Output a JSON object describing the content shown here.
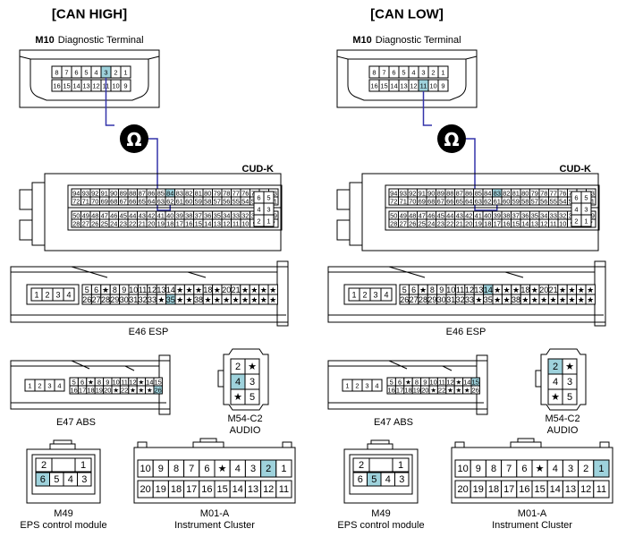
{
  "colors": {
    "highlight": "#9ed2dc",
    "wire": "#3333aa",
    "line": "#000000"
  },
  "panels": [
    {
      "title": "[CAN HIGH]",
      "m10": {
        "label_bold": "M10",
        "label": "Diagnostic Terminal",
        "top_pins": [
          "8",
          "7",
          "6",
          "5",
          "4",
          "3",
          "2",
          "1"
        ],
        "bottom_pins": [
          "16",
          "15",
          "14",
          "13",
          "12",
          "11",
          "10",
          "9"
        ],
        "highlight": "3"
      },
      "meter_symbol": "Ω",
      "cudk": {
        "label": "CUD-K",
        "row1": [
          "94",
          "93",
          "92",
          "91",
          "90",
          "89",
          "88",
          "87",
          "86",
          "85",
          "84",
          "83",
          "82",
          "81",
          "80",
          "79",
          "78",
          "77",
          "76",
          "75",
          "74",
          "73"
        ],
        "row2": [
          "72",
          "71",
          "70",
          "69",
          "68",
          "67",
          "66",
          "65",
          "64",
          "63",
          "62",
          "61",
          "60",
          "59",
          "58",
          "57",
          "56",
          "55",
          "54",
          "53",
          "52",
          "51"
        ],
        "row3": [
          "50",
          "49",
          "48",
          "47",
          "46",
          "45",
          "44",
          "43",
          "42",
          "41",
          "40",
          "39",
          "38",
          "37",
          "36",
          "35",
          "34",
          "33",
          "32",
          "31",
          "30",
          "29"
        ],
        "row4": [
          "28",
          "27",
          "26",
          "25",
          "24",
          "23",
          "22",
          "21",
          "20",
          "19",
          "18",
          "17",
          "16",
          "15",
          "14",
          "13",
          "12",
          "11",
          "10",
          "9",
          "8",
          "7"
        ],
        "side": [
          "6",
          "5",
          "4",
          "3",
          "2",
          "1"
        ],
        "highlight": "84"
      },
      "e46": {
        "label": "E46 ESP",
        "left_pins": [
          "1",
          "2",
          "3",
          "4"
        ],
        "top_row": [
          "5",
          "6",
          "★",
          "8",
          "9",
          "10",
          "11",
          "12",
          "13",
          "14",
          "★",
          "★",
          "★",
          "18",
          "★",
          "20",
          "21",
          "★",
          "★",
          "★",
          "★"
        ],
        "bottom_row": [
          "26",
          "27",
          "28",
          "29",
          "30",
          "31",
          "32",
          "33",
          "★",
          "35",
          "★",
          "★",
          "38",
          "★",
          "★",
          "★",
          "★",
          "★",
          "★",
          "★",
          "★"
        ],
        "highlight": "35"
      },
      "e47": {
        "label": "E47 ABS",
        "left_pins": [
          "1",
          "2",
          "3",
          "4"
        ],
        "top_row": [
          "5",
          "6",
          "★",
          "8",
          "9",
          "10",
          "11",
          "12",
          "★",
          "14",
          "15"
        ],
        "bottom_row": [
          "16",
          "17",
          "18",
          "19",
          "20",
          "★",
          "22",
          "★",
          "★",
          "★",
          "26"
        ],
        "highlight": "26"
      },
      "m54": {
        "label1": "M54-C2",
        "label2": "AUDIO",
        "pins": [
          "2",
          "★",
          "4",
          "3",
          "★",
          "5"
        ],
        "highlight": "4"
      },
      "m49": {
        "label1": "M49",
        "label2": "EPS control module",
        "top_pins": [
          "2",
          "1"
        ],
        "bottom_pins": [
          "6",
          "5",
          "4",
          "3"
        ],
        "highlight": "6"
      },
      "m01": {
        "label1": "M01-A",
        "label2": "Instrument Cluster",
        "top_pins": [
          "10",
          "9",
          "8",
          "7",
          "6",
          "★",
          "4",
          "3",
          "2",
          "1"
        ],
        "bottom_pins": [
          "20",
          "19",
          "18",
          "17",
          "16",
          "15",
          "14",
          "13",
          "12",
          "11"
        ],
        "highlight": "2"
      }
    },
    {
      "title": "[CAN LOW]",
      "m10": {
        "label_bold": "M10",
        "label": "Diagnostic Terminal",
        "top_pins": [
          "8",
          "7",
          "6",
          "5",
          "4",
          "3",
          "2",
          "1"
        ],
        "bottom_pins": [
          "16",
          "15",
          "14",
          "13",
          "12",
          "11",
          "10",
          "9"
        ],
        "highlight": "11"
      },
      "meter_symbol": "Ω",
      "cudk": {
        "label": "CUD-K",
        "row1": [
          "94",
          "93",
          "92",
          "91",
          "90",
          "89",
          "88",
          "87",
          "86",
          "85",
          "84",
          "83",
          "82",
          "81",
          "80",
          "79",
          "78",
          "77",
          "76",
          "75",
          "74",
          "73"
        ],
        "row2": [
          "72",
          "71",
          "70",
          "69",
          "68",
          "67",
          "66",
          "65",
          "64",
          "63",
          "62",
          "61",
          "60",
          "59",
          "58",
          "57",
          "56",
          "55",
          "54",
          "53",
          "52",
          "51"
        ],
        "row3": [
          "50",
          "49",
          "48",
          "47",
          "46",
          "45",
          "44",
          "43",
          "42",
          "41",
          "40",
          "39",
          "38",
          "37",
          "36",
          "35",
          "34",
          "33",
          "32",
          "31",
          "30",
          "29"
        ],
        "row4": [
          "28",
          "27",
          "26",
          "25",
          "24",
          "23",
          "22",
          "21",
          "20",
          "19",
          "18",
          "17",
          "16",
          "15",
          "14",
          "13",
          "12",
          "11",
          "10",
          "9",
          "8",
          "7"
        ],
        "side": [
          "6",
          "5",
          "4",
          "3",
          "2",
          "1"
        ],
        "highlight": "83"
      },
      "e46": {
        "label": "E46 ESP",
        "left_pins": [
          "1",
          "2",
          "3",
          "4"
        ],
        "top_row": [
          "5",
          "6",
          "★",
          "8",
          "9",
          "10",
          "11",
          "12",
          "13",
          "14",
          "★",
          "★",
          "★",
          "18",
          "★",
          "20",
          "21",
          "★",
          "★",
          "★",
          "★"
        ],
        "bottom_row": [
          "26",
          "27",
          "28",
          "29",
          "30",
          "31",
          "32",
          "33",
          "★",
          "35",
          "★",
          "★",
          "38",
          "★",
          "★",
          "★",
          "★",
          "★",
          "★",
          "★",
          "★"
        ],
        "highlight": "14"
      },
      "e47": {
        "label": "E47 ABS",
        "left_pins": [
          "1",
          "2",
          "3",
          "4"
        ],
        "top_row": [
          "5",
          "6",
          "★",
          "8",
          "9",
          "10",
          "11",
          "12",
          "★",
          "14",
          "15"
        ],
        "bottom_row": [
          "16",
          "17",
          "18",
          "19",
          "20",
          "★",
          "22",
          "★",
          "★",
          "★",
          "26"
        ],
        "highlight": "15"
      },
      "m54": {
        "label1": "M54-C2",
        "label2": "AUDIO",
        "pins": [
          "2",
          "★",
          "4",
          "3",
          "★",
          "5"
        ],
        "highlight": "2"
      },
      "m49": {
        "label1": "M49",
        "label2": "EPS control module",
        "top_pins": [
          "2",
          "1"
        ],
        "bottom_pins": [
          "6",
          "5",
          "4",
          "3"
        ],
        "highlight": "5"
      },
      "m01": {
        "label1": "M01-A",
        "label2": "Instrument Cluster",
        "top_pins": [
          "10",
          "9",
          "8",
          "7",
          "6",
          "★",
          "4",
          "3",
          "2",
          "1"
        ],
        "bottom_pins": [
          "20",
          "19",
          "18",
          "17",
          "16",
          "15",
          "14",
          "13",
          "12",
          "11"
        ],
        "highlight": "1"
      }
    }
  ]
}
